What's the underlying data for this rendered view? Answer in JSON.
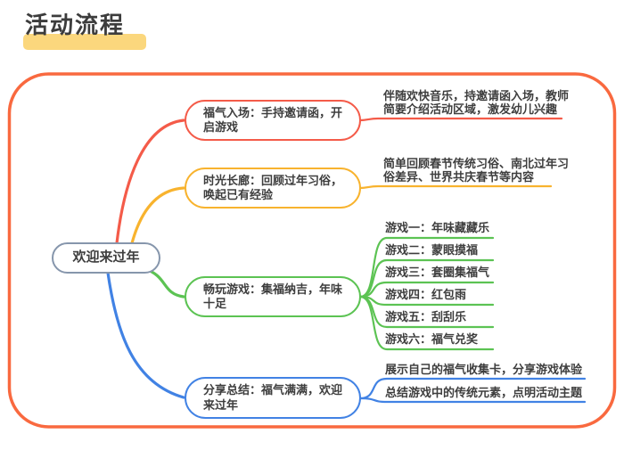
{
  "page": {
    "title": "活动流程"
  },
  "palette": {
    "frame": "#F9693F",
    "title_highlight": "#FBD77D",
    "text": "#3E3E3E",
    "root_border": "#8696AC"
  },
  "mindmap": {
    "root": {
      "label": "欢迎来过年"
    },
    "branches": [
      {
        "label": "福气入场：手持邀请函，开启游戏",
        "color": "#F45B49",
        "leaves": [
          {
            "text": "伴随欢快音乐，持邀请函入场，教师简要介绍活动区域，激发幼儿兴趣"
          }
        ]
      },
      {
        "label": "时光长廊：回顾过年习俗，唤起已有经验",
        "color": "#F8B32E",
        "leaves": [
          {
            "text": "简单回顾春节传统习俗、南北过年习俗差异、世界共庆春节等内容"
          }
        ]
      },
      {
        "label": "畅玩游戏：集福纳吉，年味十足",
        "color": "#5CC353",
        "leaves": [
          {
            "text": "游戏一：年味藏藏乐"
          },
          {
            "text": "游戏二：蒙眼摸福"
          },
          {
            "text": "游戏三：套圈集福气"
          },
          {
            "text": "游戏四：红包雨"
          },
          {
            "text": "游戏五：刮刮乐"
          },
          {
            "text": "游戏六：福气兑奖"
          }
        ]
      },
      {
        "label": "分享总结：福气满满，欢迎来过年",
        "color": "#4182E4",
        "leaves": [
          {
            "text": "展示自己的福气收集卡，分享游戏体验"
          },
          {
            "text": "总结游戏中的传统元素，点明活动主题"
          }
        ]
      }
    ]
  }
}
